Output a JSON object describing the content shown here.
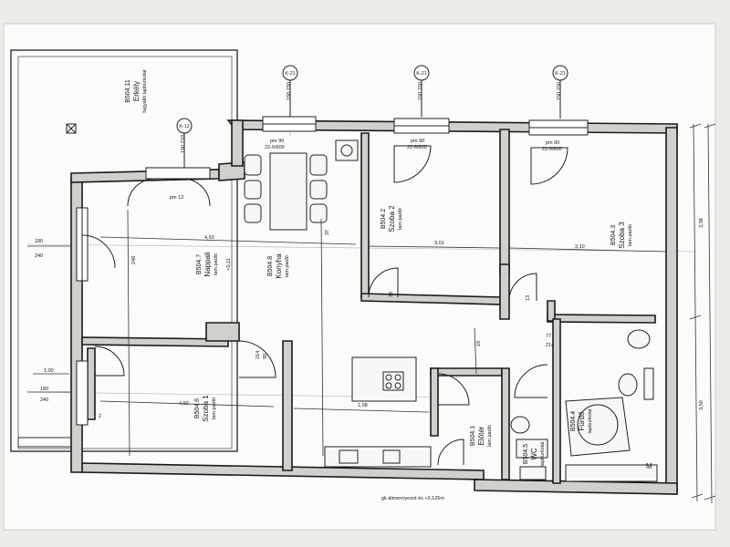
{
  "rooms": [
    {
      "id": "erkely",
      "code": "B504.11",
      "name": "Erkély",
      "floor": "fagyálló lapburkolat"
    },
    {
      "id": "nappali",
      "code": "B504.7",
      "name": "Nappali",
      "floor": "lam.padló"
    },
    {
      "id": "konyha",
      "code": "B504.8",
      "name": "Konyha",
      "floor": "lam.padló"
    },
    {
      "id": "szoba2",
      "code": "B504.2",
      "name": "Szoba 2",
      "floor": "lam.padló"
    },
    {
      "id": "szoba3",
      "code": "B504.3",
      "name": "Szoba 3",
      "floor": "lam.padló"
    },
    {
      "id": "szoba1",
      "code": "B504.6",
      "name": "Szoba 1",
      "floor": "lam.padló"
    },
    {
      "id": "eloter",
      "code": "B504.1",
      "name": "Előtér",
      "floor": "lam.padló"
    },
    {
      "id": "furdo",
      "code": "B504.4",
      "name": "Fürdő",
      "floor": "lapburkolat"
    },
    {
      "id": "wc",
      "code": "B504.5",
      "name": "WC",
      "floor": "lapburkolat"
    }
  ],
  "window_tags": [
    {
      "id": "k21a",
      "tag": "K-21",
      "size": "150 150"
    },
    {
      "id": "k21b",
      "tag": "K-21",
      "size": "150 150"
    },
    {
      "id": "k21c",
      "tag": "K-21",
      "size": "150 150"
    },
    {
      "id": "k12",
      "tag": "K-12",
      "size": "150 210"
    }
  ],
  "labels": {
    "pm90_a": "pm 90",
    "win_a": "22-6/600",
    "pm90_b": "pm 90",
    "win_b": "22-6/600",
    "pm90_c": "pm 90",
    "win_c": "22-6/600",
    "pm12": "pm 12",
    "level": "+0,11",
    "footer": "gk.álmennyezet és +2,125m",
    "wm": "M"
  },
  "dimensions": {
    "d_left_top_a": "180",
    "d_left_top_b": "240",
    "d_left_bot_a": "180",
    "d_left_bot_b": "240",
    "d_100": "1,00",
    "d_240_left": "240",
    "d_493": "4,93",
    "d_301": "3,01",
    "d_310": "3,10",
    "d_108": "1,08",
    "d_492": "4,92",
    "d_214": "214",
    "d_90": "90",
    "d_37": "37",
    "d_19": "19",
    "d_77": "77",
    "d_214b": "214",
    "d_38": "38",
    "d_13": "13",
    "d_338_right": "3,38",
    "d_350_right": "3,50",
    "d_left_2": "2"
  }
}
